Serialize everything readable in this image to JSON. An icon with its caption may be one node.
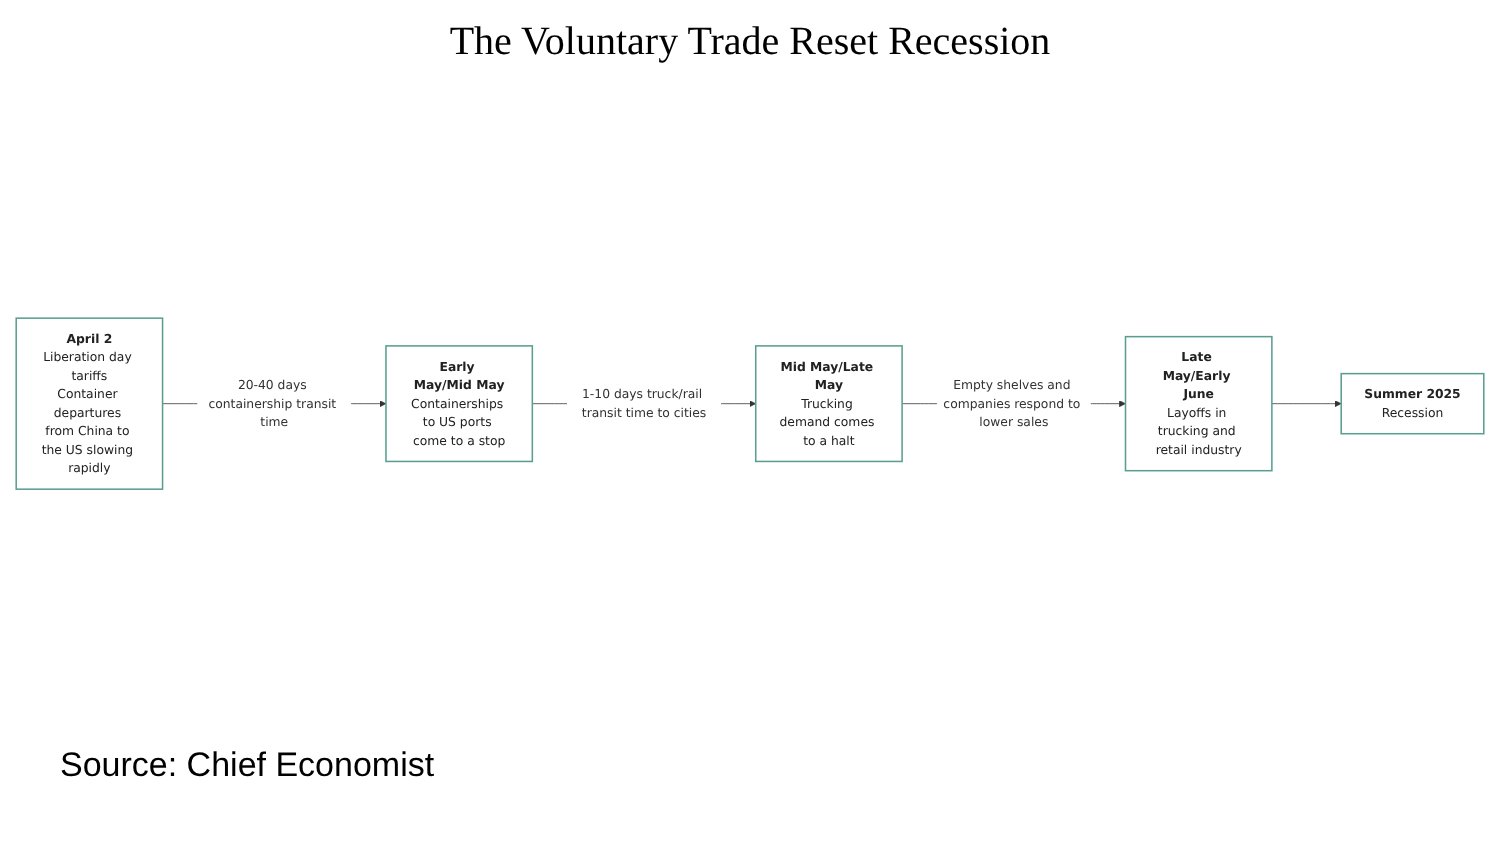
{
  "diagram": {
    "title": "The Voluntary Trade Reset Recession",
    "caption": "Source: Chief Economist",
    "nodes": [
      {
        "text": [
          "April 2",
          "Liberation day tariffs",
          "Container departures from China to the US slowing rapidly"
        ]
      },
      {
        "text": [
          "Early May/Mid May",
          "Containerships to US ports come to a stop"
        ]
      },
      {
        "text": [
          "Mid May/Late May",
          "Trucking demand comes to a halt"
        ]
      },
      {
        "text": [
          "Late May/Early June",
          "Layoffs in trucking and retail industry"
        ]
      },
      {
        "text": [
          "Summer 2025",
          "Recession"
        ]
      }
    ],
    "edges": [
      {
        "from": 0,
        "to": 1,
        "arrow": "to",
        "label": "20-40 days containership transit time"
      },
      {
        "from": 1,
        "to": 2,
        "arrow": "to",
        "label": "1-10 days truck/rail transit time to cities"
      },
      {
        "from": 2,
        "to": 3,
        "arrow": "to",
        "label": "Empty shelves and companies respond to lower sales"
      },
      {
        "from": 3,
        "to": 4,
        "arrow": "to"
      }
    ]
  }
}
